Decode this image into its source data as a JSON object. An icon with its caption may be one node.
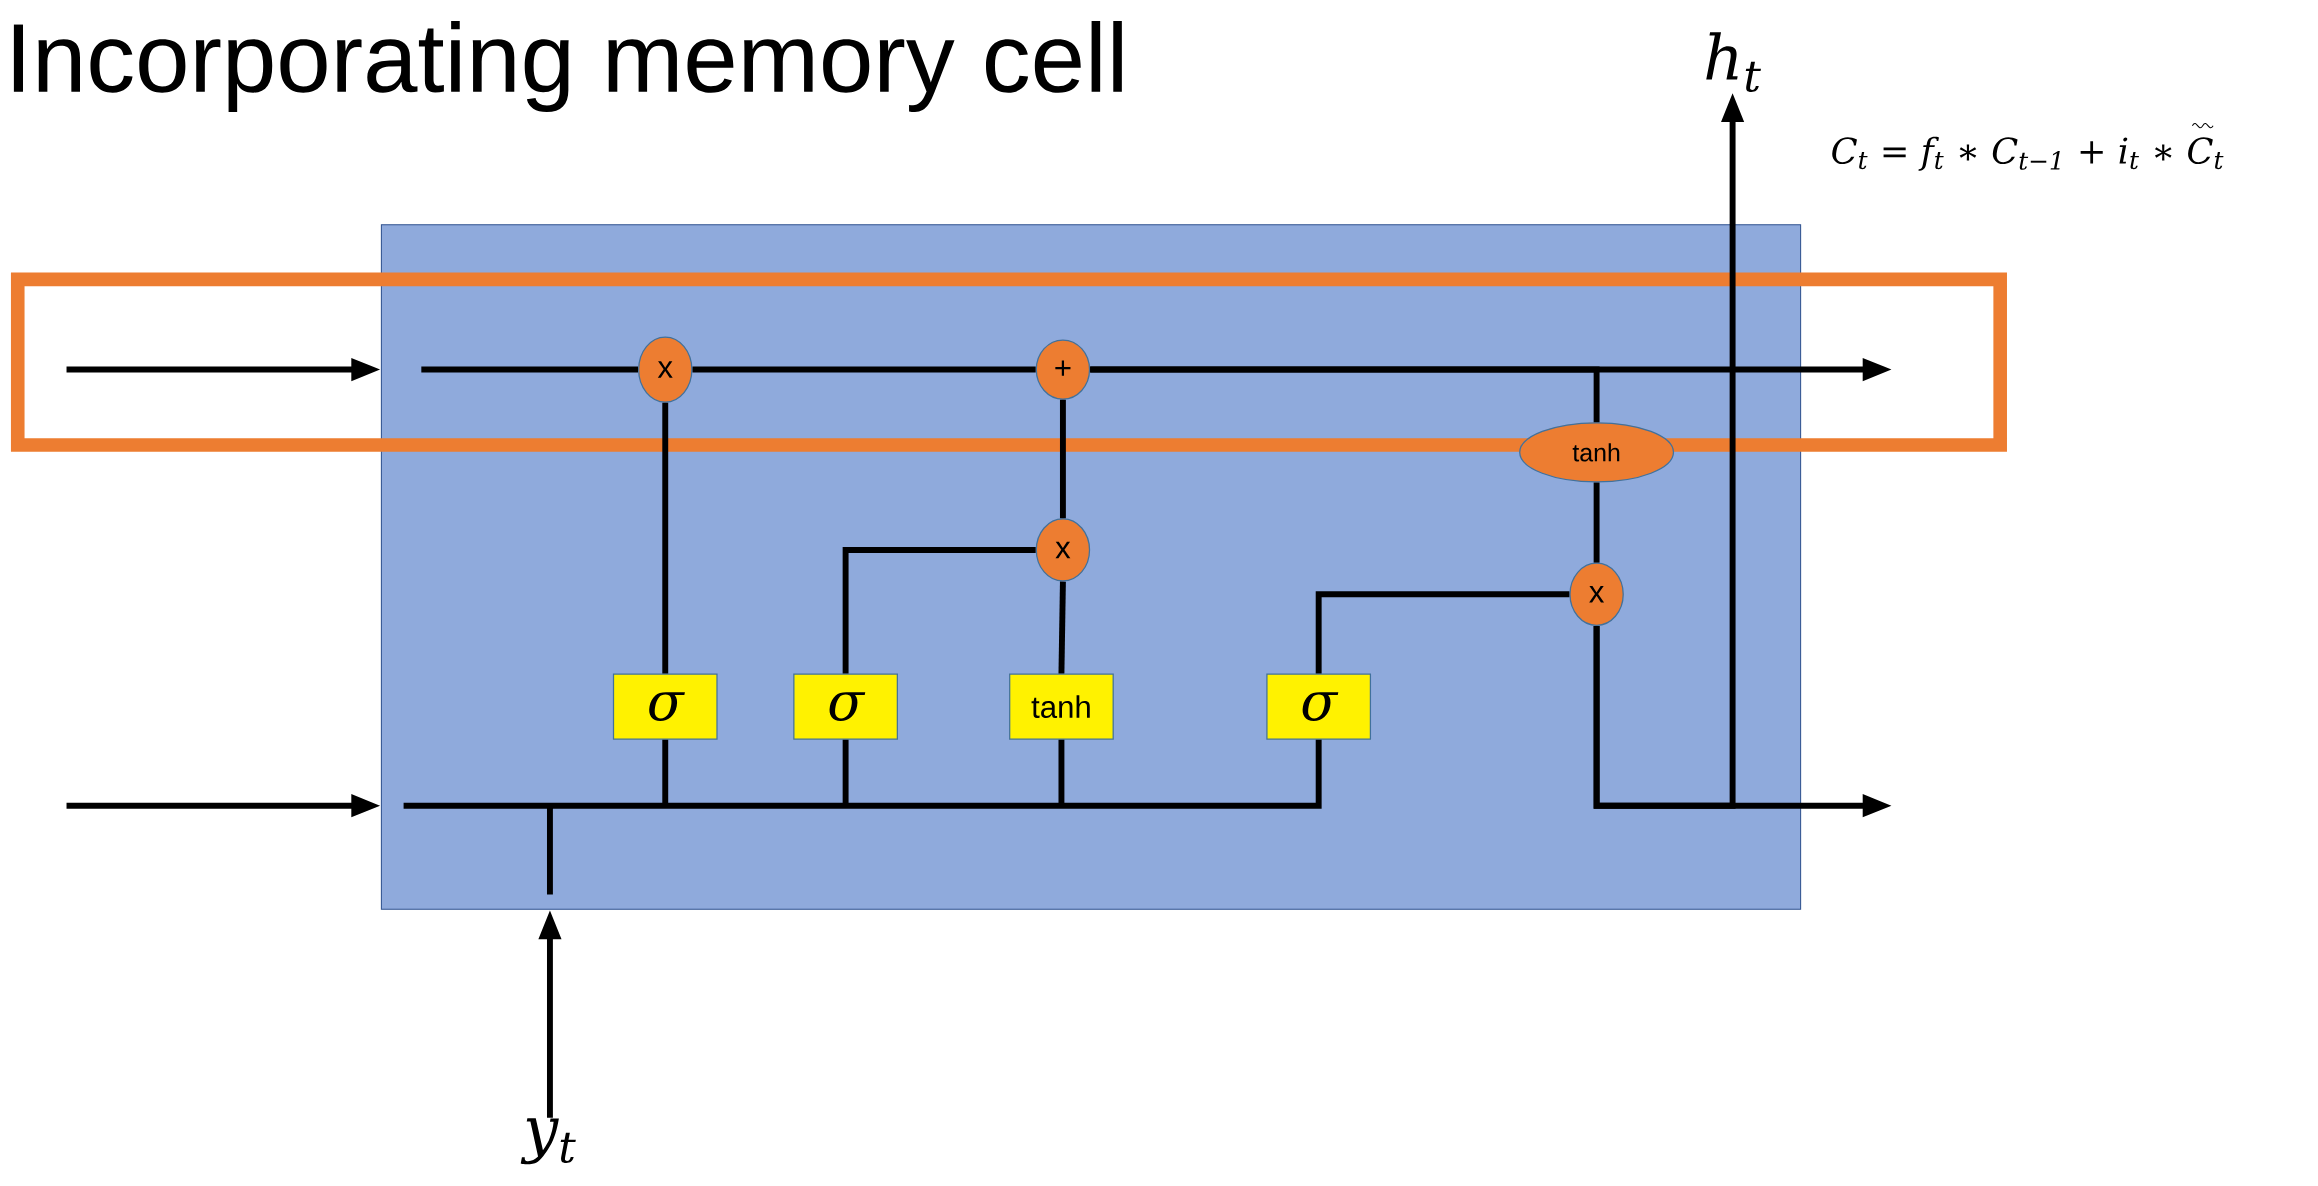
{
  "diagram": {
    "title": "Incorporating memory cell",
    "nodes": [
      {
        "text": [],
        "shape": "box"
      },
      {
        "text": [
          "x"
        ],
        "in": 0
      },
      {
        "text": [
          "+"
        ],
        "in": 0
      },
      {
        "text": [
          "x"
        ],
        "in": 0
      },
      {
        "text": [
          "tanh"
        ],
        "in": 0
      },
      {
        "text": [
          "x"
        ],
        "in": 0
      },
      {
        "text": [
          "σ"
        ],
        "in": 0
      },
      {
        "text": [
          "σ"
        ],
        "in": 0
      },
      {
        "text": [
          "tanh"
        ],
        "in": 0
      },
      {
        "text": [
          "σ"
        ],
        "in": 0
      },
      {
        "text": [
          "h$_{t}$"
        ]
      },
      {
        "text": [
          "y$_{t}$"
        ]
      }
    ],
    "edges": [
      {
        "from": null,
        "to": 0,
        "arrow": "to"
      },
      {
        "from": null,
        "to": 0,
        "arrow": "to"
      },
      {
        "from": 11,
        "to": 0,
        "arrow": "to"
      },
      {
        "from": null,
        "to": 1,
        "arrow": "none"
      },
      {
        "from": 1,
        "to": 2,
        "arrow": "none"
      },
      {
        "from": 2,
        "to": null,
        "arrow": "to"
      },
      {
        "from": 2,
        "to": 4,
        "arrow": "none"
      },
      {
        "from": 4,
        "to": 5,
        "arrow": "none"
      },
      {
        "from": 5,
        "to": null,
        "arrow": "to"
      },
      {
        "from": 5,
        "to": 10,
        "arrow": "to"
      },
      {
        "from": 6,
        "to": 1,
        "arrow": "none"
      },
      {
        "from": 7,
        "to": 3,
        "arrow": "none"
      },
      {
        "from": 8,
        "to": 3,
        "arrow": "none"
      },
      {
        "from": 3,
        "to": 2,
        "arrow": "none"
      },
      {
        "from": 9,
        "to": 5,
        "arrow": "none"
      },
      {
        "from": null,
        "to": 6,
        "arrow": "none"
      },
      {
        "from": null,
        "to": 7,
        "arrow": "none"
      },
      {
        "from": null,
        "to": 8,
        "arrow": "none"
      },
      {
        "from": null,
        "to": 9,
        "arrow": "none"
      }
    ],
    "labels": [
      "C$_{t}$ = f$_{t}$ ∗ C$_{t−1}$ + i$_{t}$ ∗ C$_{t}$"
    ]
  }
}
